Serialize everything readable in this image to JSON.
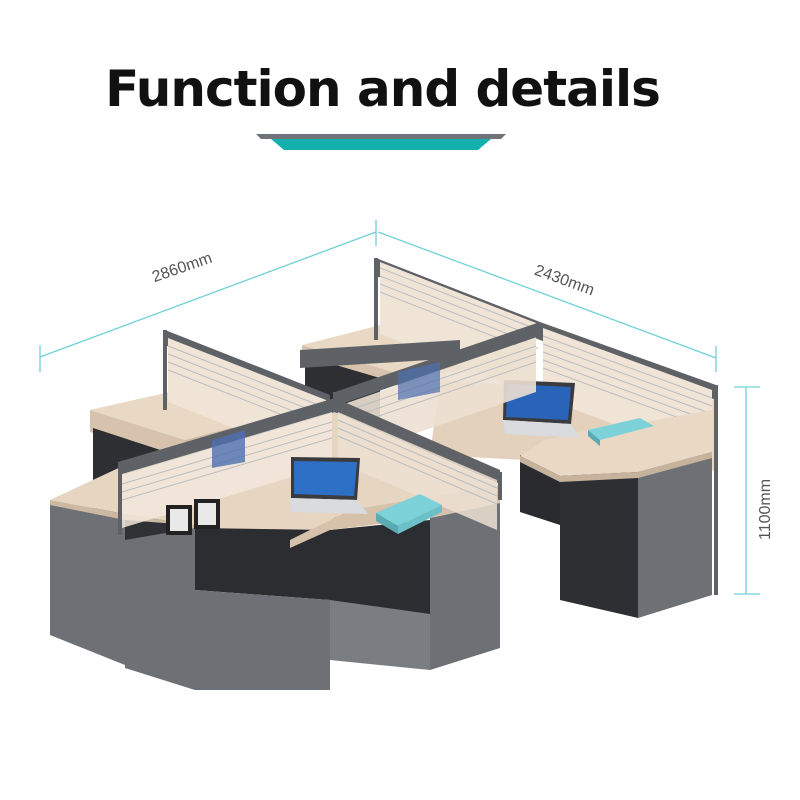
{
  "heading": {
    "text": "Function and details"
  },
  "dimensions": {
    "width": "2860mm",
    "depth": "2430mm",
    "height": "1100mm"
  },
  "colors": {
    "accent_teal": "#14b0ad",
    "accent_dark": "#6f7276",
    "dimension_line": "#6fd0d6",
    "desktop_wood": "#e6d5c0",
    "panel_dark": "#2c2d30",
    "panel_grey": "#6d7074",
    "frame": "#5e6165"
  }
}
